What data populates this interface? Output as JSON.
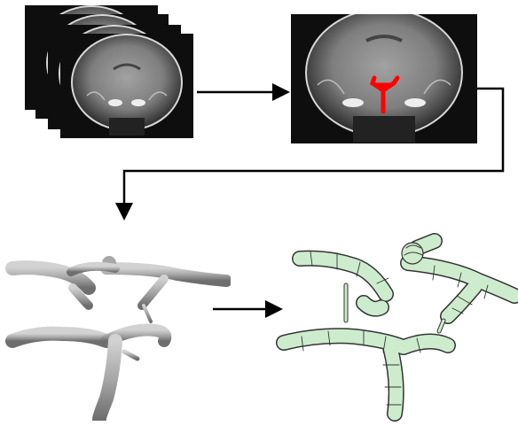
{
  "figure": {
    "panels": [
      {
        "id": "mri-stack",
        "kind": "image-stack",
        "count": 4,
        "description_icon": "mri-slice-icon"
      },
      {
        "id": "mri-segmented",
        "kind": "image",
        "highlight_color": "#ff0000",
        "description_icon": "segmentation-icon"
      },
      {
        "id": "vessel-surface",
        "kind": "3d-model",
        "color": "#a8a8a8",
        "description_icon": "vessel-surface-icon"
      },
      {
        "id": "vessel-mesh",
        "kind": "3d-mesh",
        "color": "#c8ecc8",
        "description_icon": "vessel-mesh-icon"
      }
    ],
    "arrows": [
      {
        "from": "mri-stack",
        "to": "mri-segmented"
      },
      {
        "from": "mri-segmented",
        "to": "vessel-surface"
      },
      {
        "from": "vessel-surface",
        "to": "vessel-mesh"
      }
    ],
    "colors": {
      "background": "#ffffff",
      "arrow": "#000000",
      "mri_dark": "#111111",
      "mri_gray": "#8c8c8c",
      "segmentation": "#ff0000",
      "surface": "#a6a6a6",
      "mesh_fill": "#cdeccd",
      "mesh_edge": "#333333"
    }
  }
}
